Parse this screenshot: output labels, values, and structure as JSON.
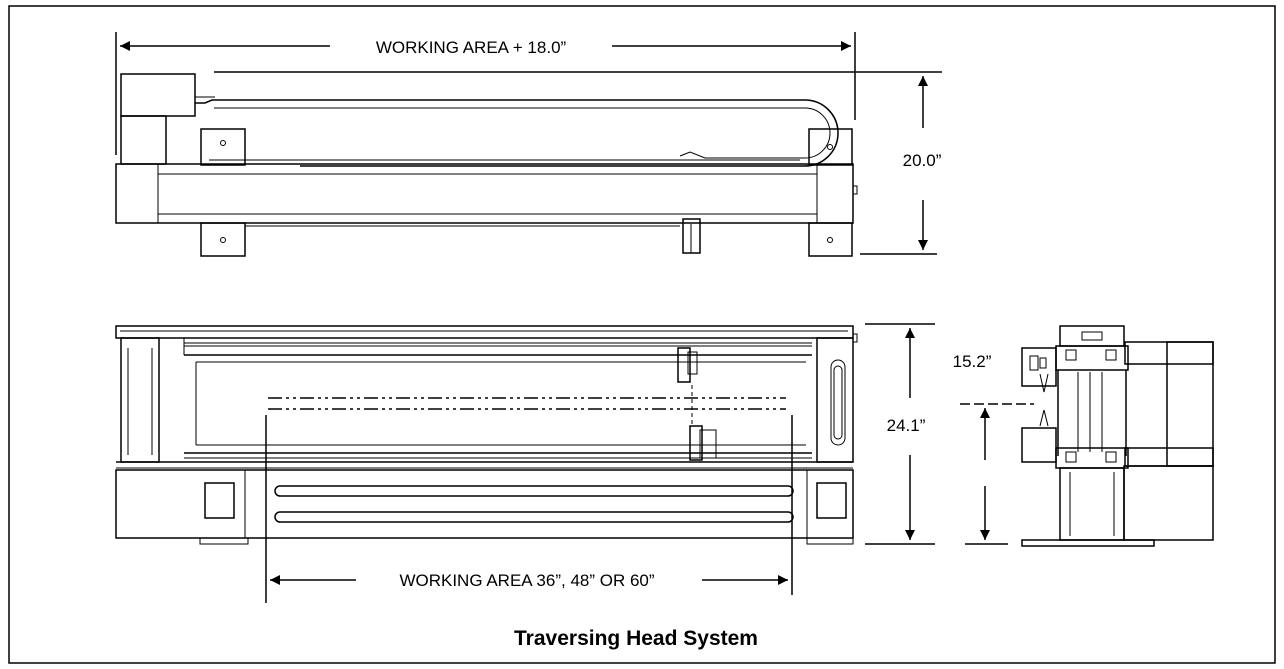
{
  "diagram": {
    "title": "Traversing Head System",
    "dimensions": {
      "top_width": "WORKING AREA + 18.0”",
      "top_height": "20.0”",
      "front_height": "24.1”",
      "side_height": "15.2”",
      "bottom_width": "WORKING AREA 36”, 48” OR 60”"
    }
  },
  "colors": {
    "line": "#000000",
    "background": "#ffffff"
  }
}
